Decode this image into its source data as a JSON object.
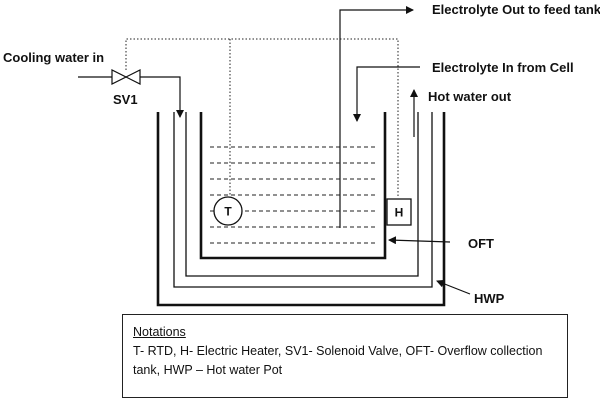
{
  "labels": {
    "electrolyte_out": "Electrolyte Out to feed tank",
    "cooling_water_in": "Cooling water in",
    "electrolyte_in": "Electrolyte In from Cell",
    "hot_water_out": "Hot water out",
    "sv1": "SV1",
    "oft": "OFT",
    "hwp": "HWP"
  },
  "symbols": {
    "rtd": "T",
    "heater": "H"
  },
  "notations": {
    "title": "Notations",
    "text": "T- RTD, H- Electric Heater, SV1- Solenoid Valve, OFT- Overflow collection tank, HWP – Hot water Pot"
  }
}
